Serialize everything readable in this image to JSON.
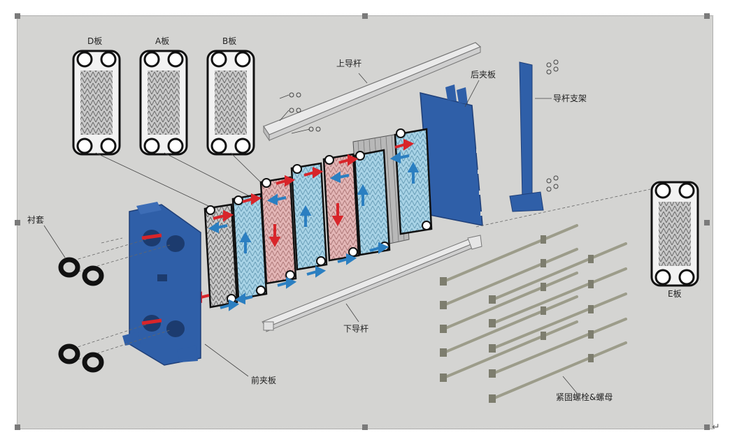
{
  "labels": {
    "d_plate": "D板",
    "a_plate": "A板",
    "b_plate": "B板",
    "e_plate": "E板",
    "upper_guide": "上导杆",
    "rear_clamp": "后夹板",
    "guide_support": "导杆支架",
    "lining": "衬套",
    "lower_guide": "下导杆",
    "front_clamp": "前夹板",
    "bolts": "紧固螺栓&螺母"
  },
  "return_mark": "↵",
  "colors": {
    "frame_bg": "#d4d4d2",
    "clamp_blue": "#2f5fa8",
    "hot_plate": "#e3b6b6",
    "cold_plate": "#a8d3e6",
    "hot_arrow": "#d8252a",
    "cold_arrow": "#2b7fc1"
  }
}
